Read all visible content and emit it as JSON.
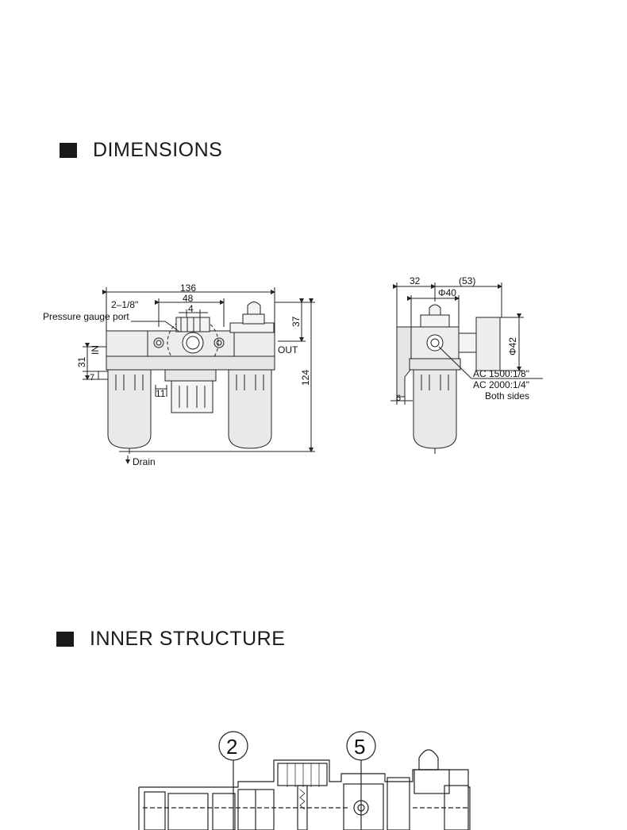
{
  "sections": {
    "dimensions": "DIMENSIONS",
    "inner_structure": "INNER STRUCTURE"
  },
  "front_view": {
    "dim_overall_width": "136",
    "dim_regulator_width": "48",
    "dim_gauge_port_width": "4",
    "port_thread": "2–1/8\"",
    "pressure_gauge_port": "Pressure gauge port",
    "dim_top_height": "37",
    "dim_overall_height": "124",
    "dim_port_height": "31",
    "dim_bracket": "7",
    "dim_bottom_gap": "11",
    "label_in": "IN",
    "label_out": "OUT",
    "label_drain": "Drain"
  },
  "side_view": {
    "dim_left": "32",
    "dim_right": "(53)",
    "dim_bowl_dia": "Φ40",
    "dim_gauge_dia": "Φ42",
    "dim_bracket_offset": "6",
    "note_ac1500": "AC 1500:1/8\"",
    "note_ac2000": "AC 2000:1/4\"",
    "note_sides": "Both sides"
  },
  "inner": {
    "callout_a": "2",
    "callout_b": "5"
  }
}
